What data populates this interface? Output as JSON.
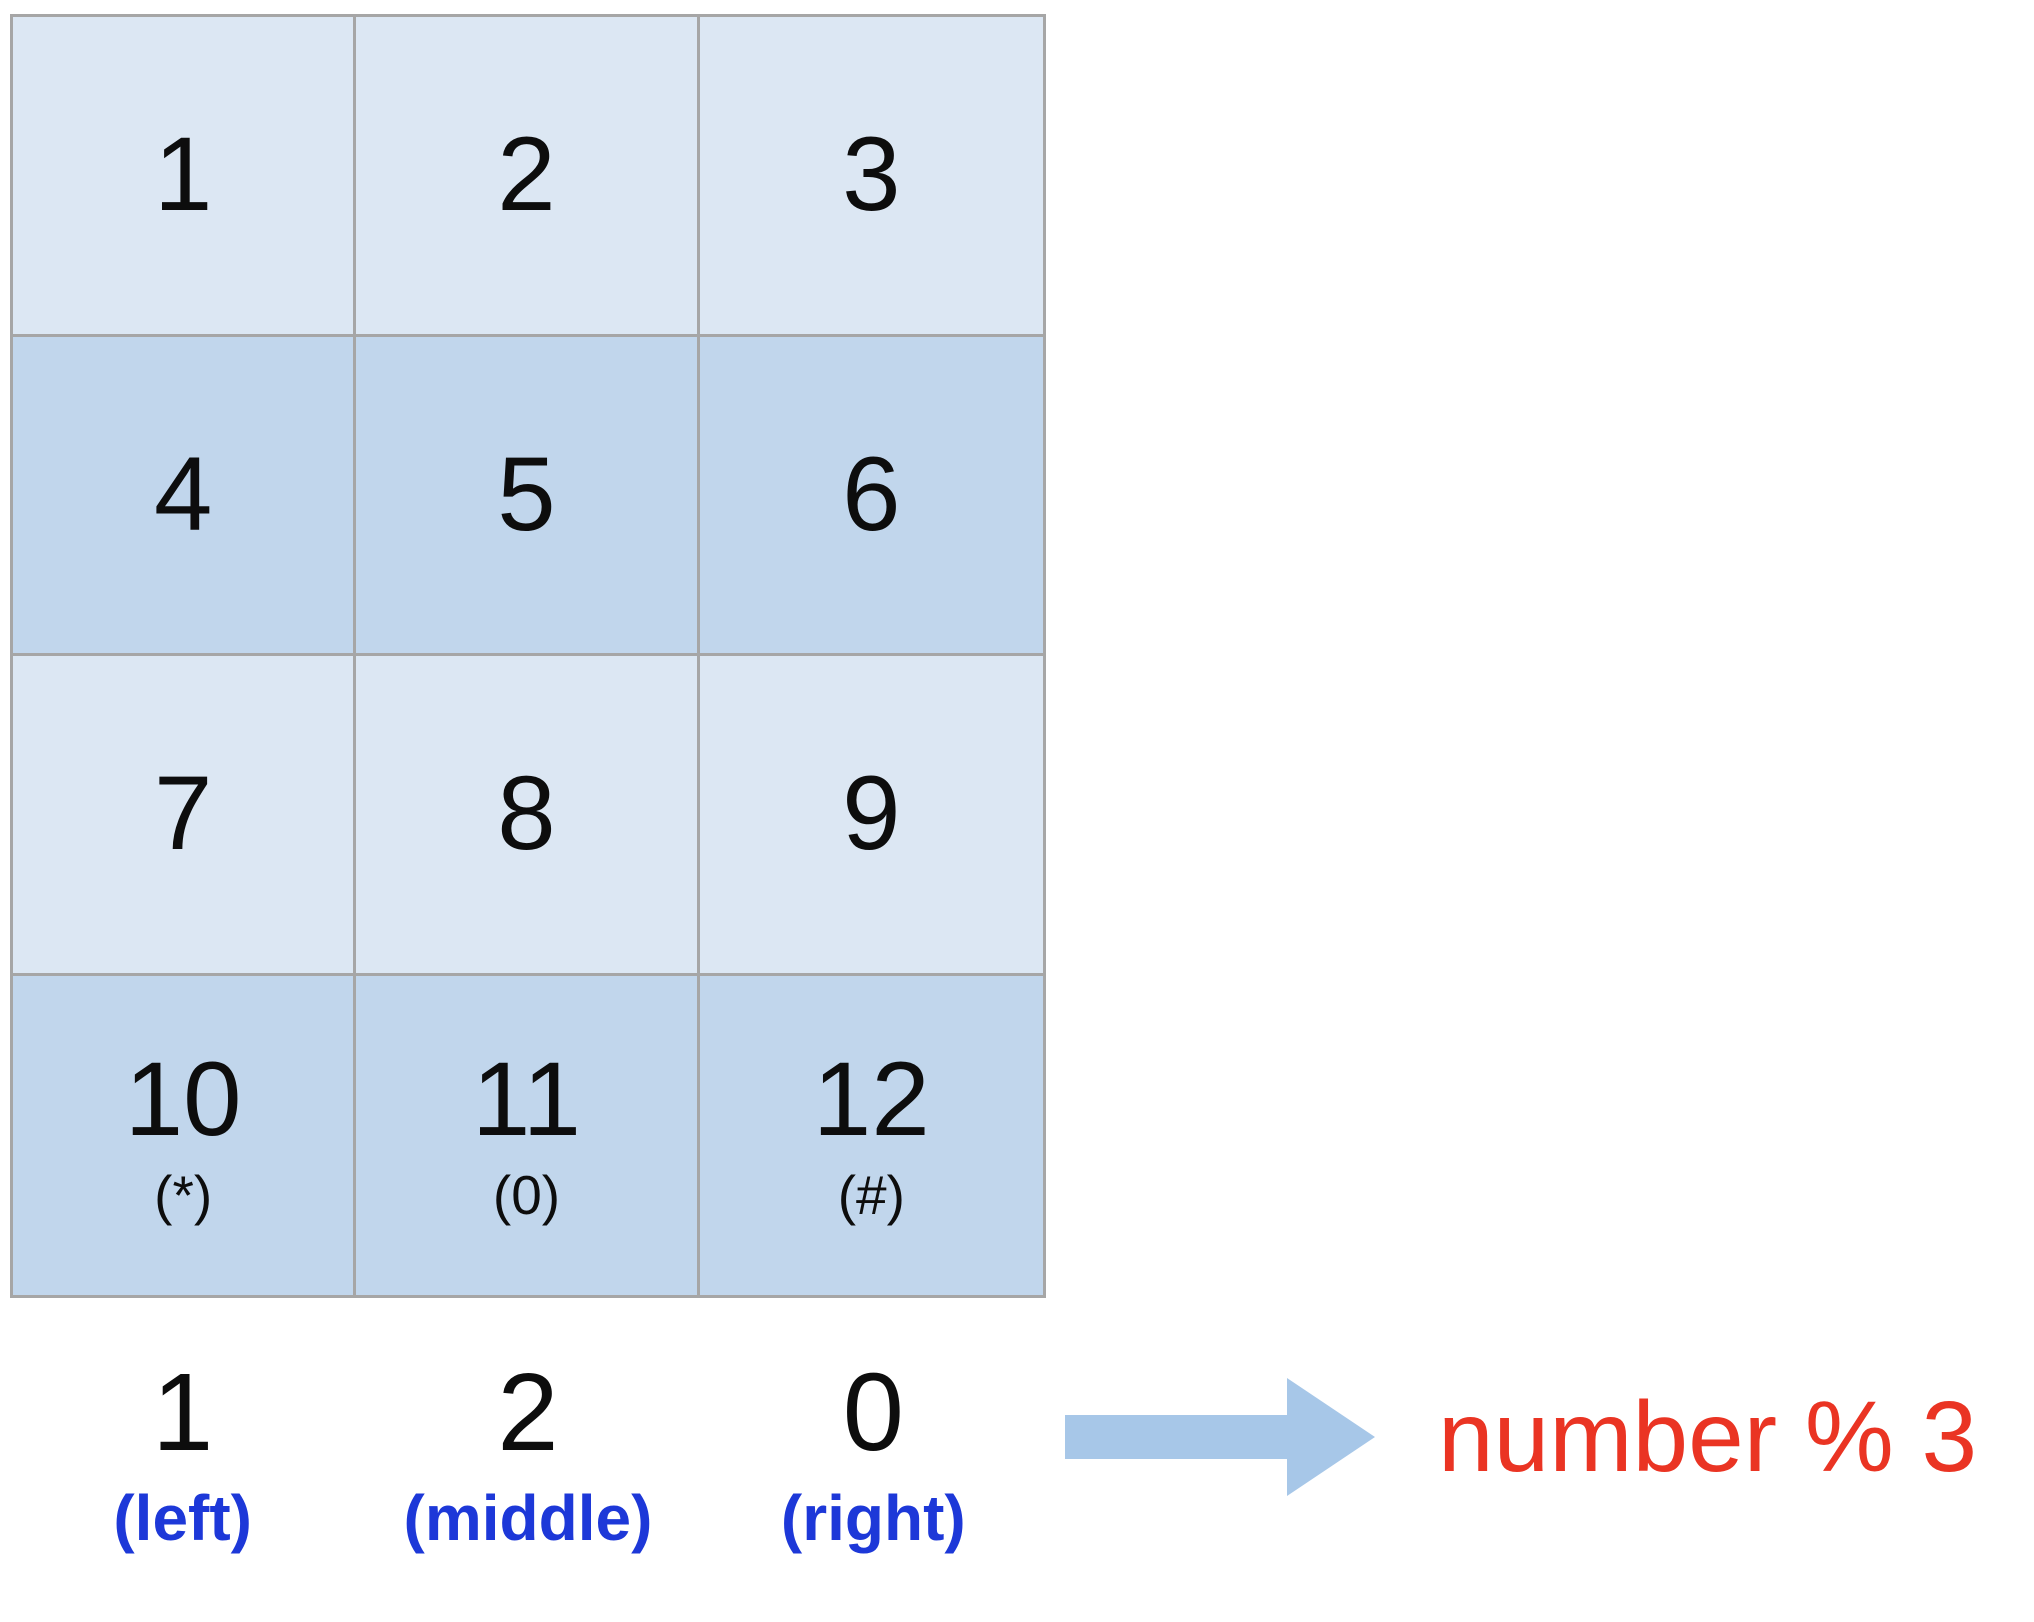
{
  "keypad": {
    "rows": [
      {
        "shade": "light",
        "cells": [
          {
            "number": "1"
          },
          {
            "number": "2"
          },
          {
            "number": "3"
          }
        ]
      },
      {
        "shade": "dark",
        "cells": [
          {
            "number": "4"
          },
          {
            "number": "5"
          },
          {
            "number": "6"
          }
        ]
      },
      {
        "shade": "light",
        "cells": [
          {
            "number": "7"
          },
          {
            "number": "8"
          },
          {
            "number": "9"
          }
        ]
      },
      {
        "shade": "dark",
        "cells": [
          {
            "number": "10",
            "sub": "(*)"
          },
          {
            "number": "11",
            "sub": "(0)"
          },
          {
            "number": "12",
            "sub": "(#)"
          }
        ]
      }
    ]
  },
  "remainders": [
    {
      "value": "1",
      "label": "(left)"
    },
    {
      "value": "2",
      "label": "(middle)"
    },
    {
      "value": "0",
      "label": "(right)"
    }
  ],
  "formula": "number % 3",
  "icons": {
    "arrow": "right-block-arrow-icon"
  },
  "colors": {
    "cell_light": "#dce7f3",
    "cell_dark": "#c1d6ec",
    "grid_border": "#a6a6a6",
    "label_blue": "#1d38d8",
    "formula_red": "#ea3423",
    "arrow_blue": "#a7c7e8"
  }
}
